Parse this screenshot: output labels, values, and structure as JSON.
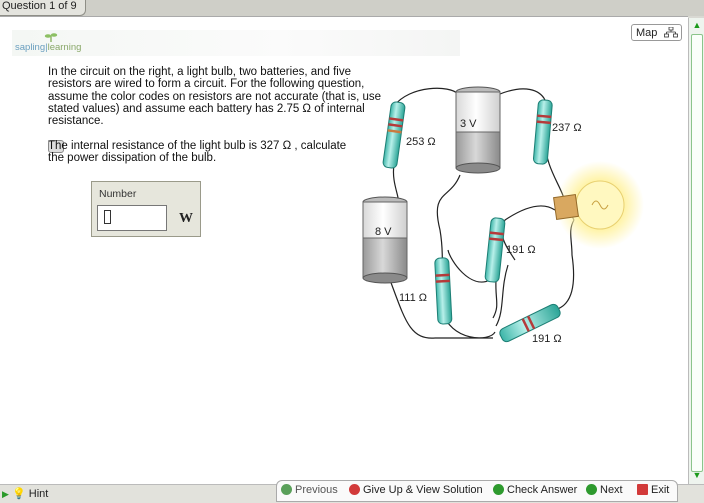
{
  "tab": {
    "label": "Question 1 of 9"
  },
  "header": {
    "logo_text_a": "sapling",
    "logo_text_b": "learning",
    "map_label": "Map"
  },
  "question": {
    "paragraph1": "In the circuit on the right, a light bulb, two batteries, and five resistors are wired to form a circuit. For the following question, assume the color codes on resistors are not accurate (that is, use stated values) and assume each battery has 2.75 Ω  of internal resistance.",
    "paragraph2": "The internal resistance of the light bulb is 327 Ω , calculate the power dissipation of the bulb."
  },
  "answer": {
    "label": "Number",
    "value": "",
    "unit": "W"
  },
  "circuit": {
    "battery_top": "3 V",
    "battery_left": "8 V",
    "r_left": "253 Ω",
    "r_right": "237 Ω",
    "r_mid": "191 Ω",
    "r_lower": "111 Ω",
    "r_bottom": "191 Ω"
  },
  "footer": {
    "hint": "Hint",
    "previous": "Previous",
    "give_up": "Give Up & View Solution",
    "check": "Check Answer",
    "next": "Next",
    "exit": "Exit"
  }
}
